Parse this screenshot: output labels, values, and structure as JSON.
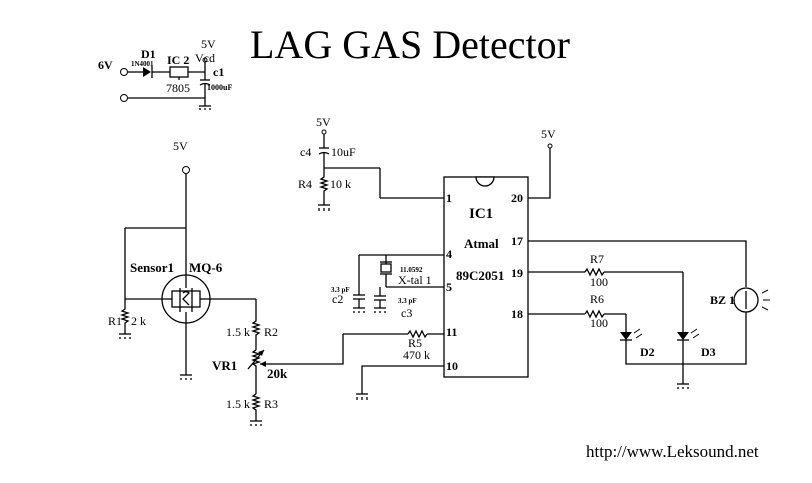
{
  "title": "LAG GAS Detector",
  "url": "http://www.Leksound.net",
  "power": {
    "input": "6V",
    "diode_ref": "D1",
    "diode_part": "1N4001",
    "reg_ref": "IC 2",
    "reg_part": "7805",
    "out_v": "5V",
    "out_net": "Vcd",
    "cap_ref": "c1",
    "cap_val": "1000uF"
  },
  "components": {
    "c4_v": "5V",
    "c4_ref": "c4",
    "c4_val": "10uF",
    "r4_ref": "R4",
    "r4_val": "10 k",
    "top_right_v": "5V",
    "sensor_v": "5V",
    "sensor_ref": "Sensor1",
    "sensor_part": "MQ-6",
    "r1_ref": "R1",
    "r1_val": "2 k",
    "r2_val": "1.5 k",
    "r2_ref": "R2",
    "vr1_ref": "VR1",
    "vr1_val": "20k",
    "r3_val": "1.5 k",
    "r3_ref": "R3",
    "c2_val": "3.3 pF",
    "c2_ref": "c2",
    "xtal_freq": "11.0592",
    "xtal_ref": "X-tal 1",
    "c3_val": "3.3 pF",
    "c3_ref": "c3",
    "r5_ref": "R5",
    "r5_val": "470 k",
    "r7_ref": "R7",
    "r7_val": "100",
    "r6_ref": "R6",
    "r6_val": "100",
    "d2_ref": "D2",
    "d3_ref": "D3",
    "bz_ref": "BZ 1"
  },
  "mcu": {
    "ref": "IC1",
    "vendor": "Atmal",
    "part": "89C2051",
    "pins": {
      "p1": "1",
      "p4": "4",
      "p5": "5",
      "p11": "11",
      "p10": "10",
      "p20": "20",
      "p17": "17",
      "p19": "19",
      "p18": "18"
    }
  }
}
